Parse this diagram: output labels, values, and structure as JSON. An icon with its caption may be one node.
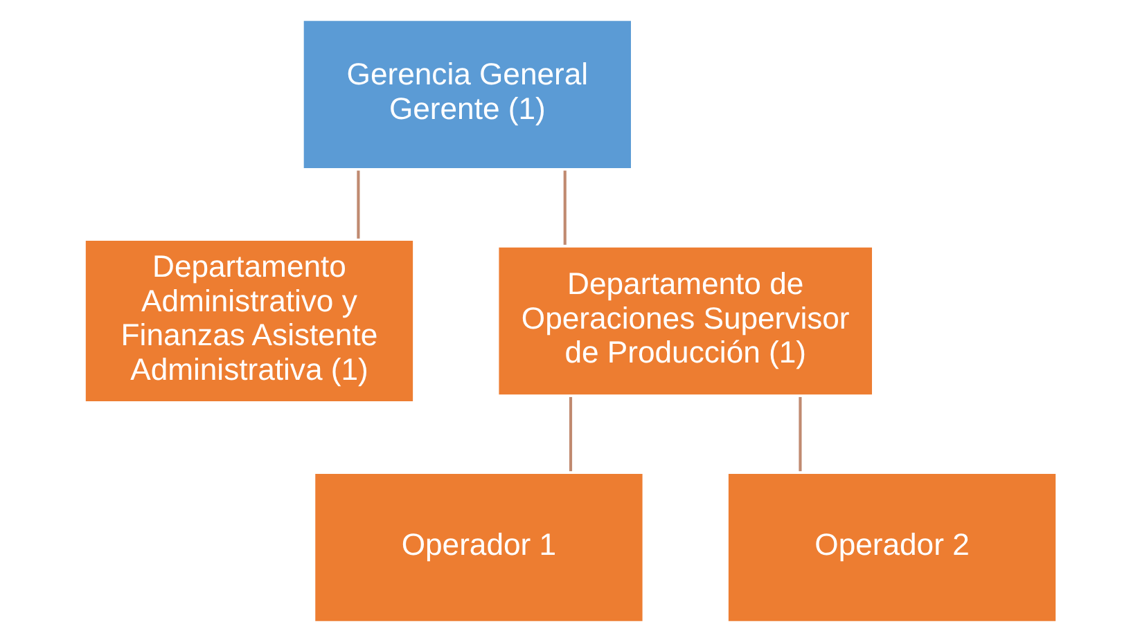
{
  "diagram": {
    "nodes": [
      {
        "text": [
          "Gerencia General Gerente (1)"
        ]
      },
      {
        "text": [
          "Departamento Administrativo y Finanzas Asistente Administrativa (1)"
        ]
      },
      {
        "text": [
          "Departamento de Operaciones Supervisor de Producción (1)"
        ]
      },
      {
        "text": [
          "Operador 1"
        ]
      },
      {
        "text": [
          "Operador 2"
        ]
      }
    ],
    "edges": [
      {
        "from": 0,
        "to": 1,
        "arrow": "none"
      },
      {
        "from": 0,
        "to": 2,
        "arrow": "none"
      },
      {
        "from": 2,
        "to": 3,
        "arrow": "none"
      },
      {
        "from": 2,
        "to": 4,
        "arrow": "none"
      }
    ]
  }
}
